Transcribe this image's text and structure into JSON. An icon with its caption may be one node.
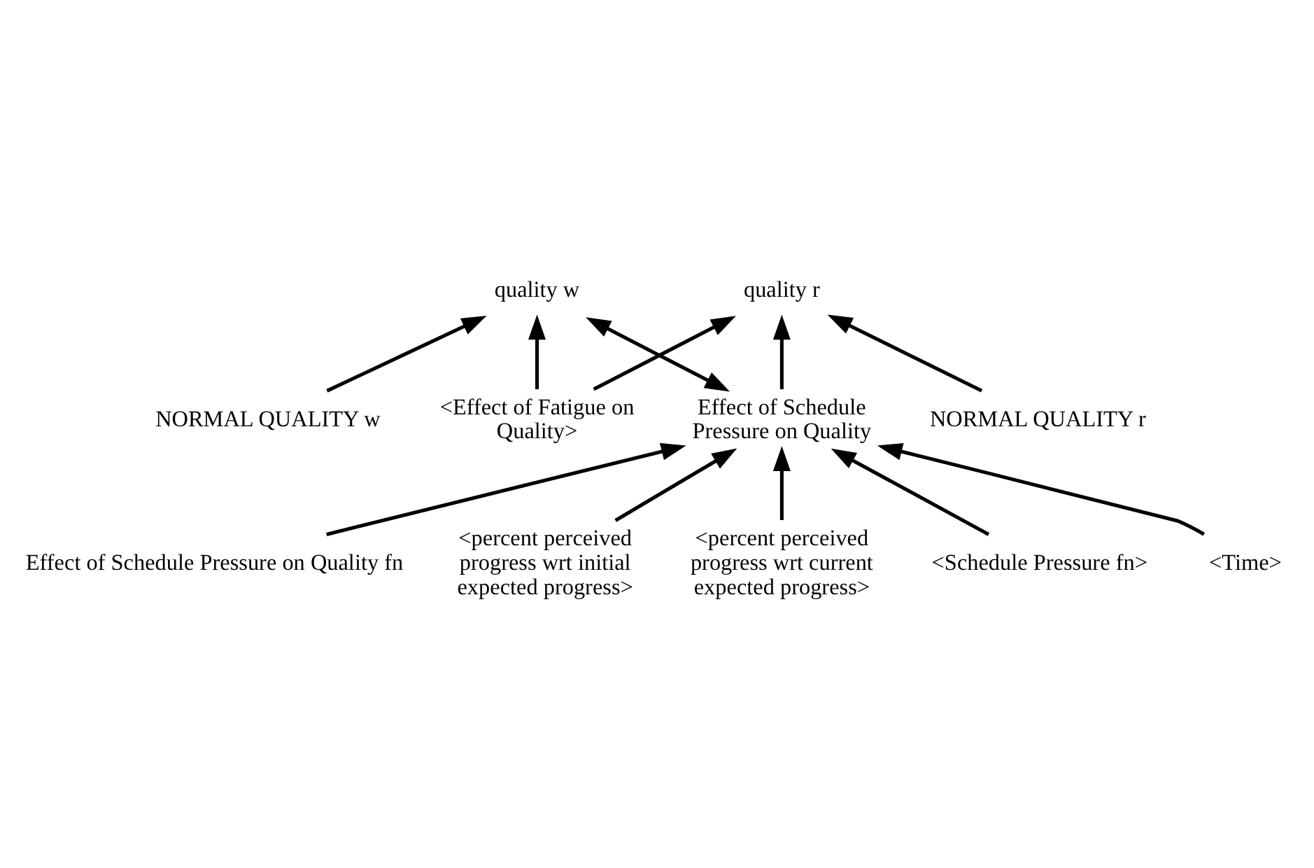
{
  "diagram": {
    "nodes": [
      {
        "text": [
          "Effect of Schedule Pressure on Quality fn"
        ]
      },
      {
        "text": [
          "<percent perceived progress wrt initial expected progress>"
        ]
      },
      {
        "text": [
          "<percent perceived progress wrt current expected progress>"
        ]
      },
      {
        "text": [
          "<Schedule Pressure fn>"
        ]
      },
      {
        "text": [
          "<Time>"
        ]
      },
      {
        "text": [
          "NORMAL QUALITY w"
        ]
      },
      {
        "text": [
          "quality w"
        ]
      },
      {
        "text": [
          "<Effect of Fatigue on Quality>"
        ]
      },
      {
        "text": [
          "Effect of Schedule Pressure on Quality"
        ]
      },
      {
        "text": [
          "quality r"
        ]
      },
      {
        "text": [
          "NORMAL QUALITY r"
        ]
      }
    ],
    "edges": [
      {
        "from": 0,
        "to": 8,
        "arrow": "to"
      },
      {
        "from": 1,
        "to": 8,
        "arrow": "to"
      },
      {
        "from": 2,
        "to": 8,
        "arrow": "to"
      },
      {
        "from": 3,
        "to": 8,
        "arrow": "to"
      },
      {
        "from": 4,
        "to": 8,
        "arrow": "to"
      },
      {
        "from": 5,
        "to": 6,
        "arrow": "to"
      },
      {
        "from": 8,
        "to": 6,
        "arrow": "both"
      },
      {
        "from": 7,
        "to": 6,
        "arrow": "to"
      },
      {
        "from": 7,
        "to": 9,
        "arrow": "to"
      },
      {
        "from": 8,
        "to": 9,
        "arrow": "to"
      },
      {
        "from": 10,
        "to": 9,
        "arrow": "to"
      }
    ]
  }
}
